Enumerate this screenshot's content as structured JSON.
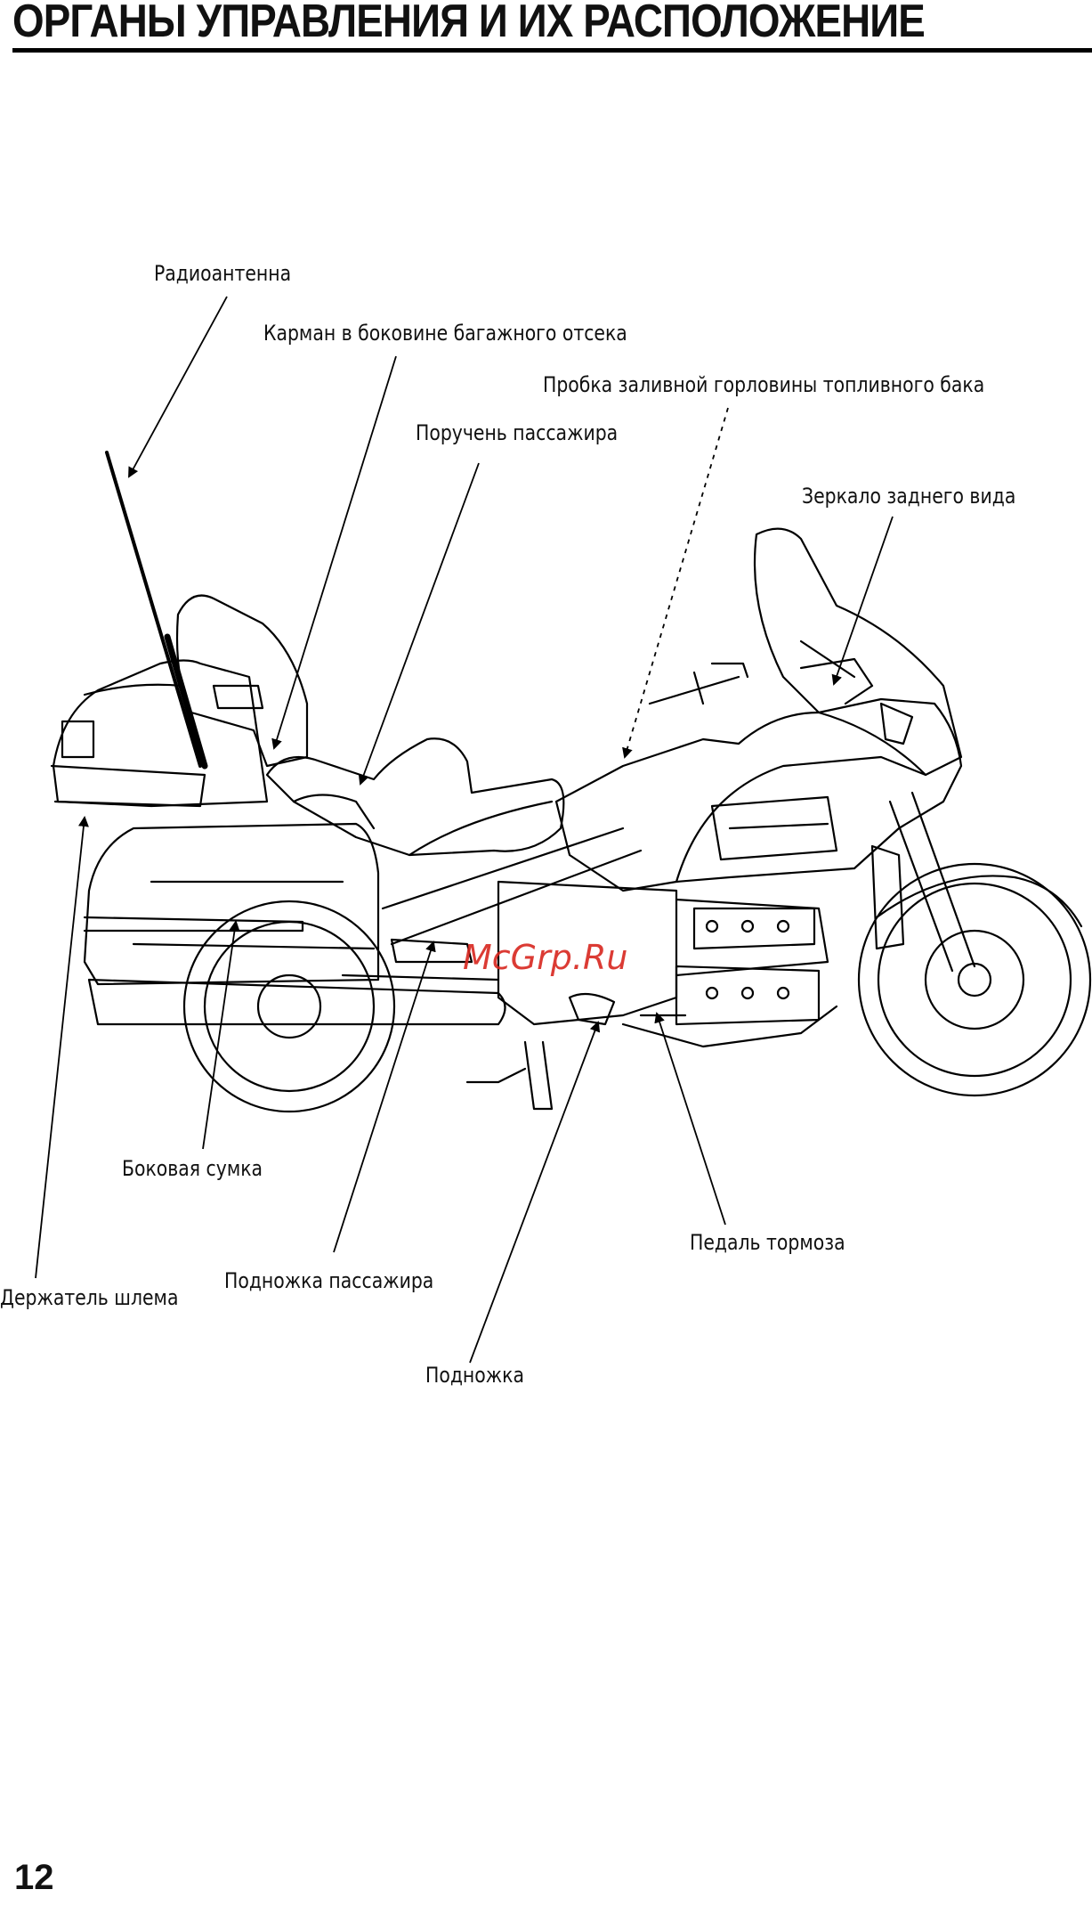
{
  "page": {
    "title": "ОРГАНЫ УПРАВЛЕНИЯ И ИХ РАСПОЛОЖЕНИЕ",
    "page_number": "12",
    "watermark": "McGrp.Ru"
  },
  "callouts": {
    "antenna": "Радиоантенна",
    "trunk_pocket": "Карман в боковине багажного отсека",
    "fuel_cap": "Пробка заливной горловины топливного бака",
    "grab_rail": "Поручень пассажира",
    "mirror": "Зеркало заднего вида",
    "saddlebag": "Боковая сумка",
    "brake_pedal": "Педаль тормоза",
    "passenger_footpeg": "Подножка пассажира",
    "helmet_holder": "Держатель шлема",
    "footpeg": "Подножка"
  }
}
